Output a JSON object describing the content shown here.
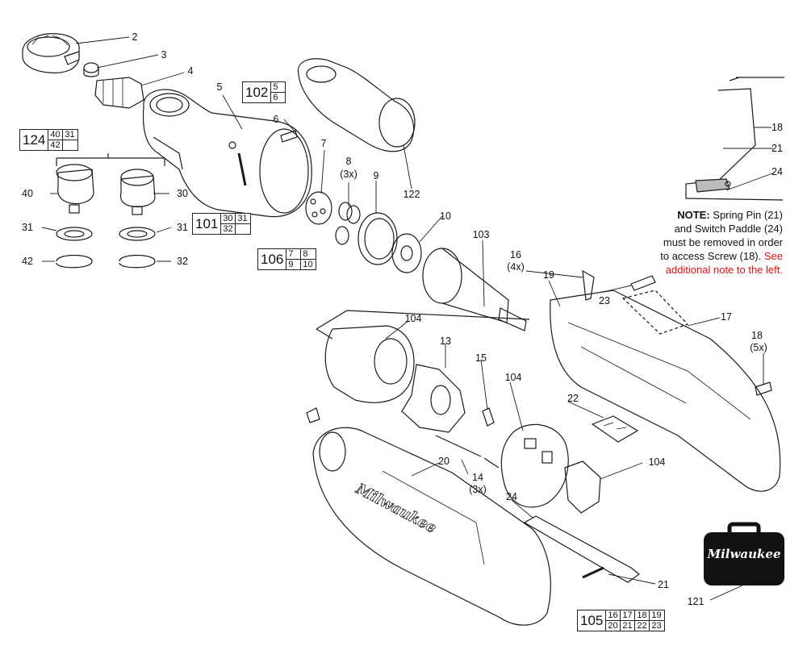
{
  "callouts": [
    {
      "id": "c2",
      "text": "2"
    },
    {
      "id": "c3",
      "text": "3"
    },
    {
      "id": "c4",
      "text": "4"
    },
    {
      "id": "c5",
      "text": "5"
    },
    {
      "id": "c6",
      "text": "6"
    },
    {
      "id": "c7",
      "text": "7"
    },
    {
      "id": "c8",
      "text": "8"
    },
    {
      "id": "c8q",
      "text": "(3x)"
    },
    {
      "id": "c9",
      "text": "9"
    },
    {
      "id": "c10",
      "text": "10"
    },
    {
      "id": "c122",
      "text": "122"
    },
    {
      "id": "c40",
      "text": "40"
    },
    {
      "id": "c30",
      "text": "30"
    },
    {
      "id": "c31a",
      "text": "31"
    },
    {
      "id": "c31b",
      "text": "31"
    },
    {
      "id": "c42",
      "text": "42"
    },
    {
      "id": "c32",
      "text": "32"
    },
    {
      "id": "c103",
      "text": "103"
    },
    {
      "id": "c16",
      "text": "16"
    },
    {
      "id": "c16q",
      "text": "(4x)"
    },
    {
      "id": "c19",
      "text": "19"
    },
    {
      "id": "c23",
      "text": "23"
    },
    {
      "id": "c17",
      "text": "17"
    },
    {
      "id": "c18",
      "text": "18"
    },
    {
      "id": "c18q",
      "text": "(5x)"
    },
    {
      "id": "c104a",
      "text": "104"
    },
    {
      "id": "c13",
      "text": "13"
    },
    {
      "id": "c15",
      "text": "15"
    },
    {
      "id": "c104b",
      "text": "104"
    },
    {
      "id": "c22",
      "text": "22"
    },
    {
      "id": "c20",
      "text": "20"
    },
    {
      "id": "c14",
      "text": "14"
    },
    {
      "id": "c14q",
      "text": "(3x)"
    },
    {
      "id": "c104c",
      "text": "104"
    },
    {
      "id": "c24",
      "text": "24"
    },
    {
      "id": "c21",
      "text": "21"
    },
    {
      "id": "c121",
      "text": "121"
    },
    {
      "id": "d18",
      "text": "18"
    },
    {
      "id": "d21",
      "text": "21"
    },
    {
      "id": "d24",
      "text": "24"
    }
  ],
  "kits": {
    "k102": {
      "num": "102",
      "parts": [
        "5",
        "6"
      ]
    },
    "k124": {
      "num": "124",
      "parts": [
        "40",
        "31",
        "42"
      ]
    },
    "k101": {
      "num": "101",
      "parts": [
        "30",
        "31",
        "32"
      ]
    },
    "k106": {
      "num": "106",
      "parts": [
        "7",
        "8",
        "9",
        "10"
      ]
    },
    "k105": {
      "num": "105",
      "parts": [
        "16",
        "17",
        "18",
        "19",
        "20",
        "21",
        "22",
        "23"
      ]
    }
  },
  "note": {
    "bold": "NOTE:",
    "text": " Spring Pin (21) and Switch Paddle (24) must be removed in order to access Screw (18).",
    "red": " See additional note to the left."
  },
  "case_logo": "Milwaukee",
  "brand_text": "Milwaukee",
  "colors": {
    "line": "#1a1a1a",
    "red_note": "#e01010",
    "case": "#111111"
  }
}
